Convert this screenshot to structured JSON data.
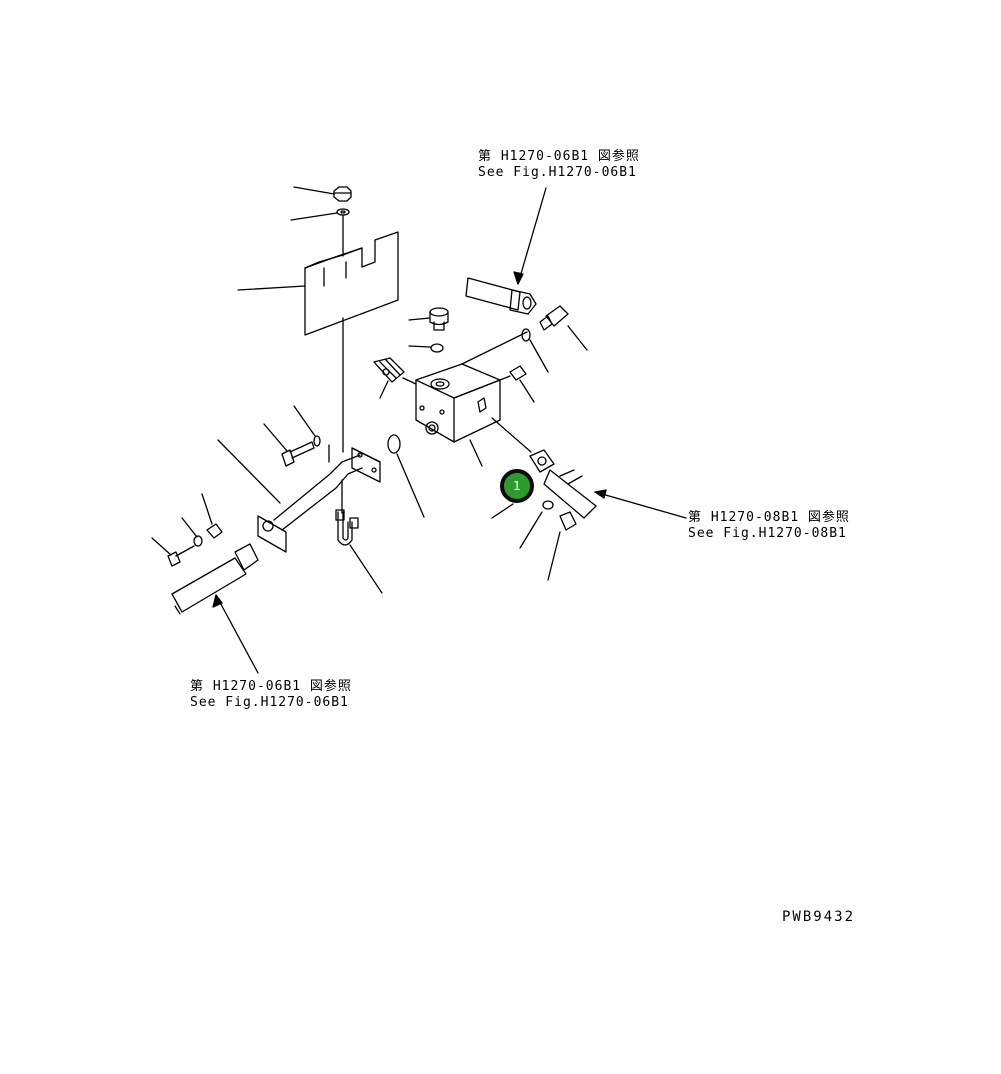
{
  "references": {
    "top": {
      "jp": "第 H1270-06B1 図参照",
      "en": "See Fig.H1270-06B1"
    },
    "right": {
      "jp": "第 H1270-08B1 図参照",
      "en": "See Fig.H1270-08B1"
    },
    "bottom": {
      "jp": "第 H1270-06B1 図参照",
      "en": "See Fig.H1270-06B1"
    }
  },
  "callouts": [
    {
      "label": "1"
    }
  ],
  "drawing_code": "PWB9432",
  "colors": {
    "line": "#000000",
    "callout_fill": "#2f9a2f",
    "callout_ring": "#0d0d0d",
    "callout_text": "#ffffff"
  }
}
